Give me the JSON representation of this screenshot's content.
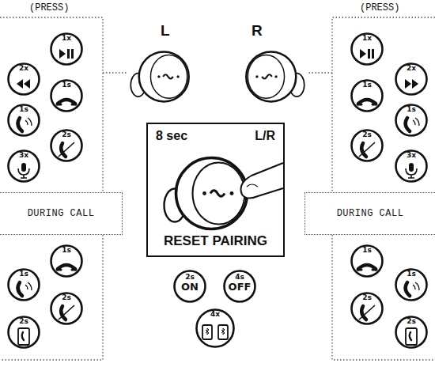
{
  "diagram": {
    "nodes": [
      {
        "text": [
          "1x"
        ]
      },
      {
        "text": [
          "2x"
        ]
      },
      {
        "text": [
          "1s"
        ]
      },
      {
        "text": [
          "1s"
        ]
      },
      {
        "text": [
          "2s"
        ]
      },
      {
        "text": [
          "3x"
        ]
      },
      {
        "text": [
          "1x"
        ]
      },
      {
        "text": [
          "2x"
        ]
      },
      {
        "text": [
          "1s"
        ]
      },
      {
        "text": [
          "1s"
        ]
      },
      {
        "text": [
          "2s"
        ]
      },
      {
        "text": [
          "3x"
        ]
      },
      {
        "text": [
          "8 sec",
          "L/R",
          "RESET PAIRING"
        ]
      },
      {
        "text": [
          "DURING CALL"
        ]
      },
      {
        "text": [
          "DURING CALL"
        ]
      },
      {
        "text": [
          "1s"
        ]
      },
      {
        "text": [
          "1s"
        ]
      },
      {
        "text": [
          "2s"
        ]
      },
      {
        "text": [
          "2s"
        ]
      },
      {
        "text": [
          "2s",
          "ON"
        ]
      },
      {
        "text": [
          "4s",
          "OFF"
        ]
      },
      {
        "text": [
          "4x"
        ]
      },
      {
        "text": [
          "1s"
        ]
      },
      {
        "text": [
          "1s"
        ]
      },
      {
        "text": [
          "2s"
        ]
      },
      {
        "text": [
          "2s"
        ]
      }
    ],
    "labels": [
      "(PRESS)",
      "L",
      "R",
      "(PRESS)"
    ]
  }
}
